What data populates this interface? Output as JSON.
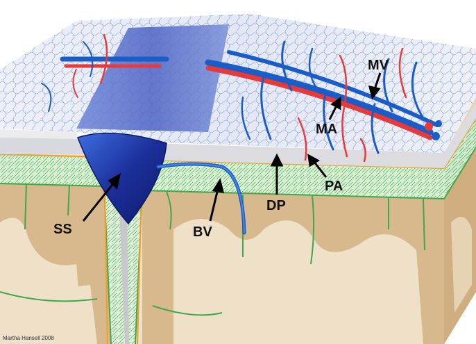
{
  "labels": {
    "ss": "SS",
    "bv": "BV",
    "dp": "DP",
    "pa": "PA",
    "ma": "MA",
    "mv": "MV"
  },
  "credit": "Martha Hansell 2008",
  "colors": {
    "background": "#ffffff",
    "brain_tissue": "#efe0c8",
    "gray_matter_band": "#d8b98e",
    "pia_green": "#3fa84a",
    "arachnoid_orange": "#f0a030",
    "dura_gray": "#dcdce0",
    "vein_blue": "#1a5cc8",
    "artery_red": "#e83a3a",
    "sinus_dark_blue": "#1b2f9a"
  }
}
